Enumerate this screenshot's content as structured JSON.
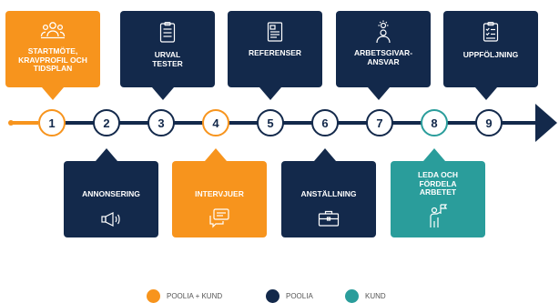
{
  "colors": {
    "orange": "#f7941d",
    "navy": "#13294b",
    "teal": "#2a9d9b"
  },
  "steps": [
    {
      "num": "1",
      "label": "STARTMÖTE, KRAVPROFIL OCH TIDSPLAN",
      "icon": "people-group-icon",
      "color": "orange"
    },
    {
      "num": "2",
      "label": "ANNONSERING",
      "icon": "megaphone-icon",
      "color": "navy"
    },
    {
      "num": "3",
      "label": "URVAL TESTER",
      "icon": "checklist-icon",
      "color": "navy"
    },
    {
      "num": "4",
      "label": "INTERVJUER",
      "icon": "speech-bubble-icon",
      "color": "orange"
    },
    {
      "num": "5",
      "label": "REFERENSER",
      "icon": "document-icon",
      "color": "navy"
    },
    {
      "num": "6",
      "label": "ANSTÄLLNING",
      "icon": "briefcase-icon",
      "color": "navy"
    },
    {
      "num": "7",
      "label": "ARBETSGIVAR-ANSVAR",
      "icon": "person-idea-icon",
      "color": "navy"
    },
    {
      "num": "8",
      "label": "LEDA OCH FÖRDELA ARBETET",
      "icon": "person-flag-icon",
      "color": "teal"
    },
    {
      "num": "9",
      "label": "UPPFÖLJNING",
      "icon": "clipboard-check-icon",
      "color": "navy"
    }
  ],
  "legend": [
    {
      "label": "POOLIA + KUND",
      "color": "#f7941d"
    },
    {
      "label": "POOLIA",
      "color": "#13294b"
    },
    {
      "label": "KUND",
      "color": "#2a9d9b"
    }
  ]
}
